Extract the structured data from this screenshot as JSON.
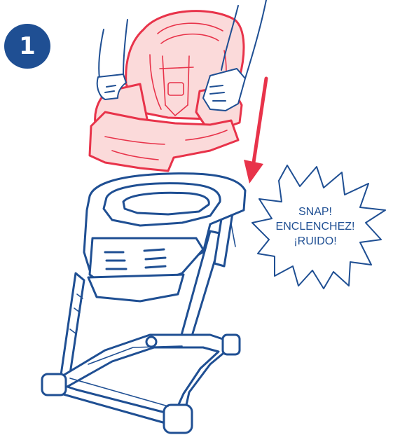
{
  "step": {
    "number": "1"
  },
  "callout": {
    "lines": [
      "SNAP!",
      "ENCLENCHEZ!",
      "¡RUIDO!"
    ]
  },
  "colors": {
    "outline_blue": "#1f4f93",
    "seat_red": "#e8334a",
    "seat_fill": "#fbdada"
  }
}
